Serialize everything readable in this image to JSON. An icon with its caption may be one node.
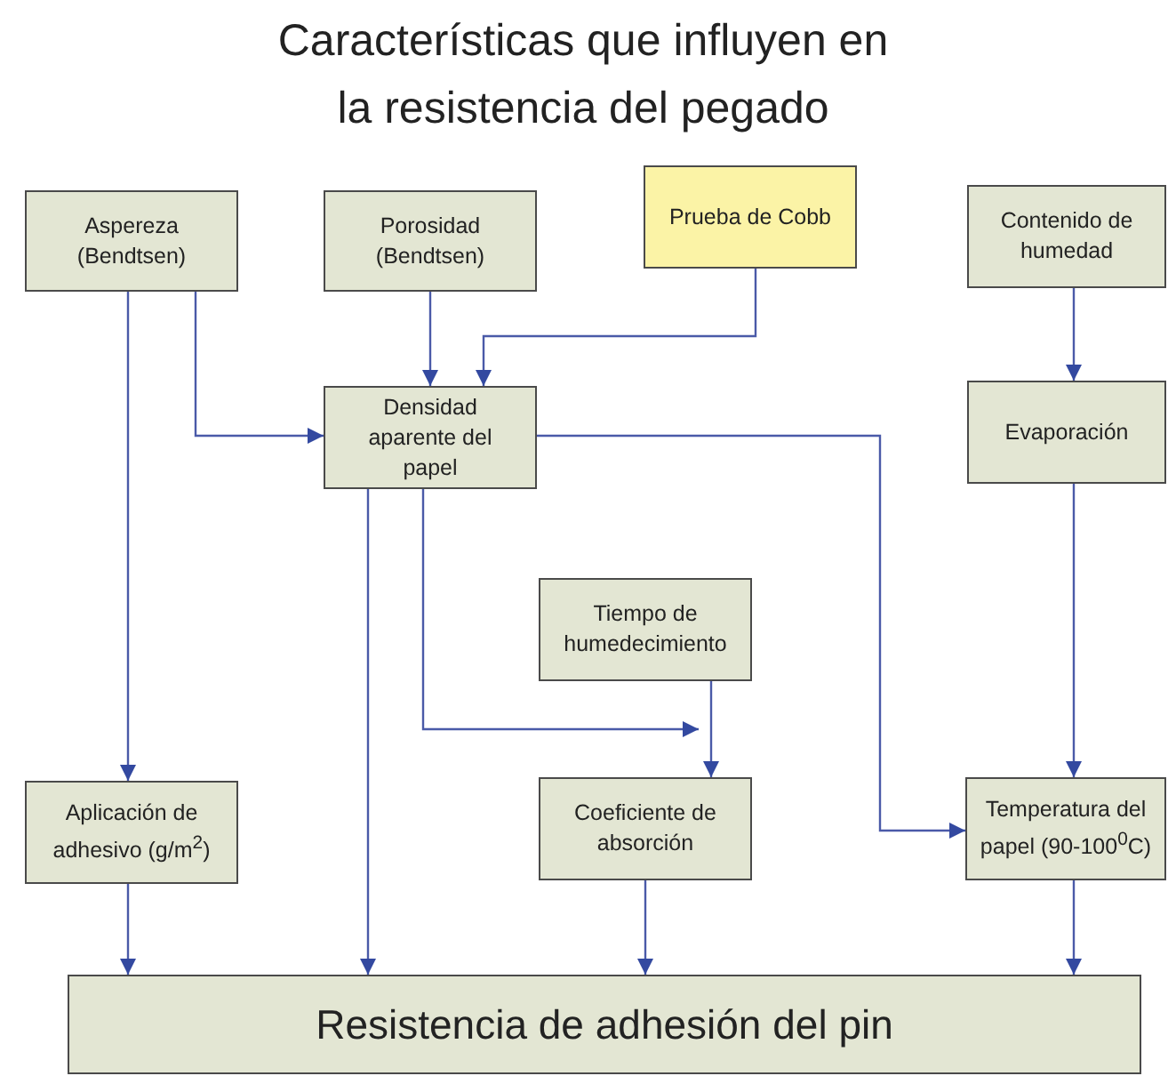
{
  "diagram": {
    "title": "Características que influyen en la resistencia del pegado",
    "nodes": [
      {
        "text": [
          "Aspereza (Bendtsen)"
        ]
      },
      {
        "text": [
          "Porosidad (Bendtsen)"
        ]
      },
      {
        "text": [
          "Prueba de Cobb"
        ]
      },
      {
        "text": [
          "Contenido de humedad"
        ]
      },
      {
        "text": [
          "Densidad aparente del papel"
        ]
      },
      {
        "text": [
          "Evaporación"
        ]
      },
      {
        "text": [
          "Tiempo de humedecimiento"
        ]
      },
      {
        "text": [
          "Aplicación de adhesivo (g/m$^{2}$)"
        ]
      },
      {
        "text": [
          "Coeficiente de absorción"
        ]
      },
      {
        "text": [
          "Temperatura del papel (90-100$^{0}$C)"
        ]
      },
      {
        "text": [
          "Resistencia de adhesión del pin"
        ]
      }
    ],
    "edges": [
      {
        "from": 0,
        "to": 7,
        "arrow": "to"
      },
      {
        "from": 0,
        "to": 4,
        "arrow": "to"
      },
      {
        "from": 1,
        "to": 4,
        "arrow": "to"
      },
      {
        "from": 2,
        "to": 4,
        "arrow": "to"
      },
      {
        "from": 3,
        "to": 5,
        "arrow": "to"
      },
      {
        "from": 4,
        "to": 10,
        "arrow": "to"
      },
      {
        "from": 4,
        "to": 8,
        "arrow": "to"
      },
      {
        "from": 4,
        "to": 9,
        "arrow": "to"
      },
      {
        "from": 5,
        "to": 9,
        "arrow": "to"
      },
      {
        "from": 6,
        "to": 8,
        "arrow": "to"
      },
      {
        "from": 7,
        "to": 10,
        "arrow": "to"
      },
      {
        "from": 8,
        "to": 10,
        "arrow": "to"
      },
      {
        "from": 9,
        "to": 10,
        "arrow": "to"
      }
    ]
  }
}
